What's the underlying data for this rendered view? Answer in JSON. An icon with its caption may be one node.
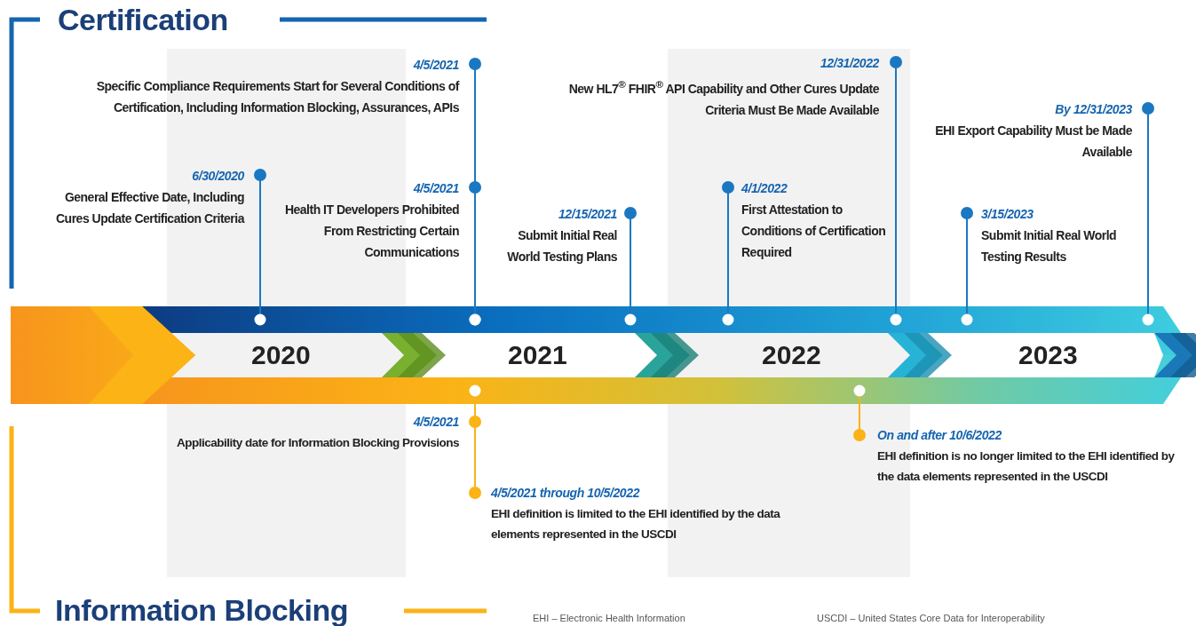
{
  "diagram": {
    "nodes": [
      {
        "text": [
          "6/30/2020",
          "General Effective Date, Including Cures Update Certification Criteria"
        ]
      },
      {
        "text": [
          "4/5/2021",
          "Specific Compliance Requirements Start for Several Conditions of Certification, Including Information Blocking, Assurances, APIs"
        ]
      },
      {
        "text": [
          "4/5/2021",
          "Health IT Developers Prohibited From Restricting Certain Communications"
        ]
      },
      {
        "text": [
          "12/15/2021",
          "Submit Initial Real World Testing Plans"
        ]
      },
      {
        "text": [
          "4/1/2022",
          "First Attestation to Conditions of Certification Required"
        ]
      },
      {
        "text": [
          "12/31/2022",
          "New HL7$^{®}$ FHIR$^{®}$ API Capability and Other Cures Update Criteria Must Be Made Available"
        ]
      },
      {
        "text": [
          "3/15/2023",
          "Submit Initial Real World Testing Results"
        ]
      },
      {
        "text": [
          "By 12/31/2023",
          "EHI Export Capability Must be Made Available"
        ]
      },
      {
        "text": [
          "4/5/2021",
          "Applicability date for Information Blocking Provisions"
        ]
      },
      {
        "text": [
          "4/5/2021 through 10/5/2022",
          "EHI definition is limited to the EHI identified by the data elements represented in the USCDI"
        ]
      },
      {
        "text": [
          "On and after 10/6/2022",
          "EHI definition is no longer limited to the EHI identified by the data elements represented in the USCDI"
        ]
      }
    ],
    "labels": [
      "Certification",
      "2020",
      "2021",
      "2022",
      "2023",
      "Information Blocking",
      "EHI – Electronic Health Information",
      "USCDI – United States Core Data for Interoperability"
    ]
  }
}
